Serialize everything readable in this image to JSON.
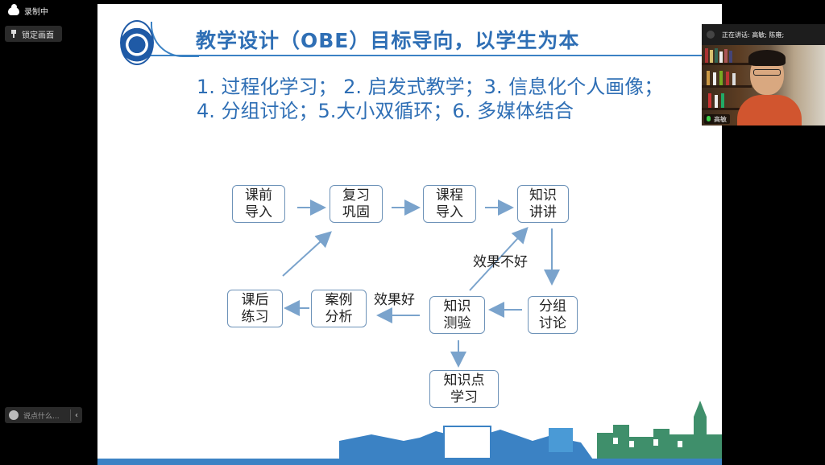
{
  "recording": {
    "label": "录制中"
  },
  "sidebar": {
    "lock_label": "锁定画面"
  },
  "chat": {
    "placeholder": "说点什么...",
    "collapse_glyph": "‹"
  },
  "slide": {
    "title": "教学设计（OBE）目标导向，以学生为本",
    "points": "1. 过程化学习；  2. 启发式教学；3. 信息化个人画像；4. 分组讨论；5.大小双循环；6. 多媒体结合",
    "nodes": {
      "kq": "课前\n导入",
      "fx": "复习\n巩固",
      "kc": "课程\n导入",
      "zs": "知识\n讲讲",
      "fz": "分组\n讨论",
      "cy": "知识\n测验",
      "al": "案例\n分析",
      "lx": "课后\n练习",
      "zsd": "知识点\n学习"
    },
    "edge_labels": {
      "bad": "效果不好",
      "good": "效果好"
    },
    "colors": {
      "title": "#2f6fb5",
      "arrow": "#7aa3cc",
      "node_border": "#6d92b8"
    }
  },
  "video": {
    "speaking": "正在讲话: 高敏; 陈雍;",
    "participant": "高敏"
  }
}
